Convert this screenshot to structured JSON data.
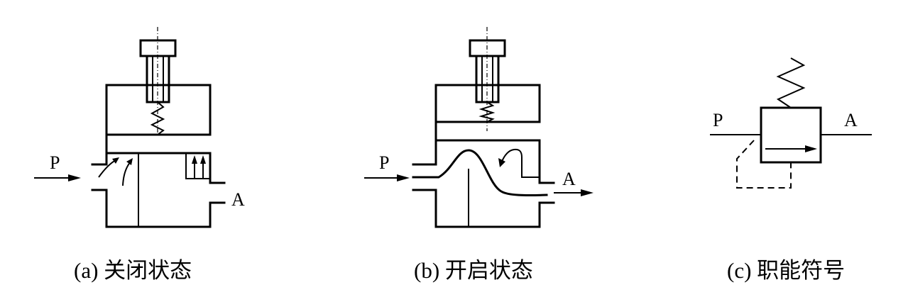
{
  "figures": [
    {
      "id": "a",
      "caption": "(a) 关闭状态",
      "labels": {
        "inlet": "P",
        "outlet": "A"
      }
    },
    {
      "id": "b",
      "caption": "(b) 开启状态",
      "labels": {
        "inlet": "P",
        "outlet": "A"
      }
    },
    {
      "id": "c",
      "caption": "(c) 职能符号",
      "labels": {
        "inlet": "P",
        "outlet": "A"
      }
    }
  ]
}
